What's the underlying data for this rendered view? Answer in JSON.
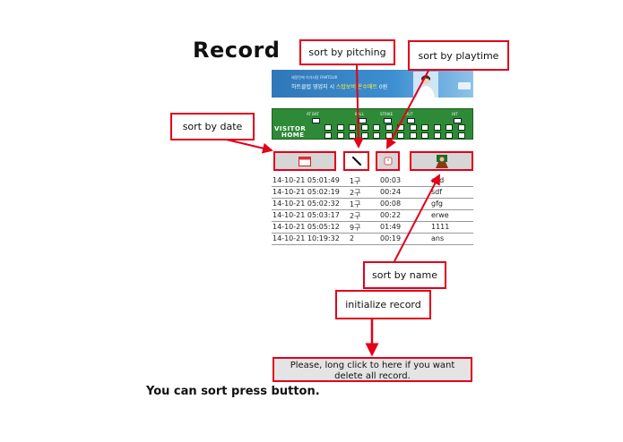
{
  "page": {
    "title": "Record",
    "footer": "You can sort press button."
  },
  "banner": {
    "small_text": "헤밍턴에 이가사랑 FAMTOUR",
    "main_text_pre": "하트클럽 영업지 시 ",
    "main_text_highlight": "스탑보비 온수매트",
    "main_text_post": " 0원"
  },
  "scoreboard": {
    "labels": [
      "AT BAT",
      "BALL",
      "STRIKE",
      "OUT",
      "HIT"
    ],
    "visitor": "VISITOR",
    "home": "HOME"
  },
  "sort_buttons": {
    "date_icon": "calendar-icon",
    "pitching_icon": "bat-icon",
    "playtime_icon": "clock-icon",
    "name_icon": "player-icon"
  },
  "records": [
    {
      "date": "14-10-21 05:01:49",
      "pitching": "1구",
      "playtime": "00:03",
      "name": "asd"
    },
    {
      "date": "14-10-21 05:02:19",
      "pitching": "2구",
      "playtime": "00:24",
      "name": "sdf"
    },
    {
      "date": "14-10-21 05:02:32",
      "pitching": "1구",
      "playtime": "00:08",
      "name": "gfg"
    },
    {
      "date": "14-10-21 05:03:17",
      "pitching": "2구",
      "playtime": "00:22",
      "name": "erwe"
    },
    {
      "date": "14-10-21 05:05:12",
      "pitching": "9구",
      "playtime": "01:49",
      "name": "1111"
    },
    {
      "date": "14-10-21 10:19:32",
      "pitching": "2",
      "playtime": "00:19",
      "name": "ans"
    }
  ],
  "delete_button": {
    "line1": "Please, long click to here if you want",
    "line2": "delete all record."
  },
  "callouts": {
    "sort_by_pitching": "sort by pitching",
    "sort_by_playtime": "sort by playtime",
    "sort_by_date": "sort by date",
    "sort_by_name": "sort by name",
    "initialize_record": "initialize record"
  },
  "colors": {
    "annotation": "#e2001a",
    "scoreboard": "#2f8a38",
    "banner": "#2f77b8"
  }
}
